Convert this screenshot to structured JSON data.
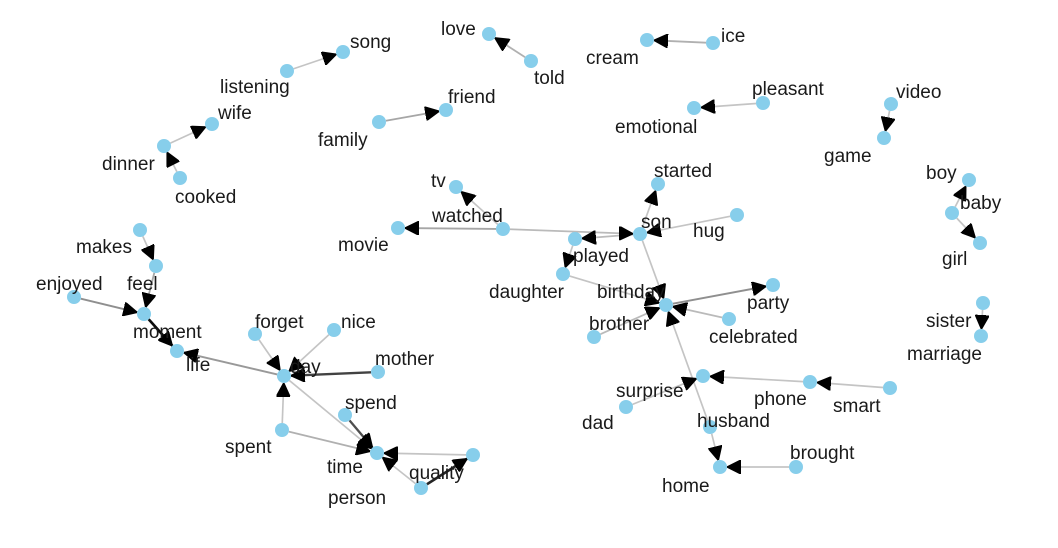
{
  "nodes": [
    {
      "id": "song",
      "label": "song"
    },
    {
      "id": "listening",
      "label": "listening"
    },
    {
      "id": "wife",
      "label": "wife"
    },
    {
      "id": "dinner",
      "label": "dinner"
    },
    {
      "id": "cooked",
      "label": "cooked"
    },
    {
      "id": "love",
      "label": "love"
    },
    {
      "id": "told",
      "label": "told"
    },
    {
      "id": "family",
      "label": "family"
    },
    {
      "id": "friend",
      "label": "friend"
    },
    {
      "id": "cream",
      "label": "cream"
    },
    {
      "id": "ice",
      "label": "ice"
    },
    {
      "id": "pleasant",
      "label": "pleasant"
    },
    {
      "id": "emotional",
      "label": "emotional"
    },
    {
      "id": "video",
      "label": "video"
    },
    {
      "id": "game",
      "label": "game"
    },
    {
      "id": "boy",
      "label": "boy"
    },
    {
      "id": "baby",
      "label": "baby"
    },
    {
      "id": "girl",
      "label": "girl"
    },
    {
      "id": "sister",
      "label": "sister"
    },
    {
      "id": "marriage",
      "label": "marriage"
    },
    {
      "id": "tv",
      "label": "tv"
    },
    {
      "id": "watched",
      "label": "watched"
    },
    {
      "id": "movie",
      "label": "movie"
    },
    {
      "id": "played",
      "label": "played"
    },
    {
      "id": "son",
      "label": "son"
    },
    {
      "id": "started",
      "label": "started"
    },
    {
      "id": "hug",
      "label": "hug"
    },
    {
      "id": "daughter",
      "label": "daughter"
    },
    {
      "id": "birthday",
      "label": "birthday"
    },
    {
      "id": "party",
      "label": "party"
    },
    {
      "id": "brother",
      "label": "brother"
    },
    {
      "id": "celebrated",
      "label": "celebrated"
    },
    {
      "id": "surprise",
      "label": "surprise"
    },
    {
      "id": "dad",
      "label": "dad"
    },
    {
      "id": "phone",
      "label": "phone"
    },
    {
      "id": "smart",
      "label": "smart"
    },
    {
      "id": "husband",
      "label": "husband"
    },
    {
      "id": "home",
      "label": "home"
    },
    {
      "id": "brought",
      "label": "brought"
    },
    {
      "id": "makes",
      "label": "makes"
    },
    {
      "id": "feel",
      "label": "feel"
    },
    {
      "id": "enjoyed",
      "label": "enjoyed"
    },
    {
      "id": "moment",
      "label": "moment"
    },
    {
      "id": "life",
      "label": "life"
    },
    {
      "id": "forget",
      "label": "forget"
    },
    {
      "id": "nice",
      "label": "nice"
    },
    {
      "id": "day",
      "label": "day"
    },
    {
      "id": "mother",
      "label": "mother"
    },
    {
      "id": "spend",
      "label": "spend"
    },
    {
      "id": "spent",
      "label": "spent"
    },
    {
      "id": "time",
      "label": "time"
    },
    {
      "id": "quality",
      "label": "quality"
    },
    {
      "id": "person",
      "label": "person"
    }
  ],
  "edges": [
    {
      "from": "listening",
      "to": "song",
      "weight": 0.15
    },
    {
      "from": "dinner",
      "to": "wife",
      "weight": 0.15
    },
    {
      "from": "cooked",
      "to": "dinner",
      "weight": 0.15
    },
    {
      "from": "told",
      "to": "love",
      "weight": 0.25
    },
    {
      "from": "family",
      "to": "friend",
      "weight": 0.3
    },
    {
      "from": "ice",
      "to": "cream",
      "weight": 0.25
    },
    {
      "from": "pleasant",
      "to": "emotional",
      "weight": 0.15
    },
    {
      "from": "video",
      "to": "game",
      "weight": 0.15
    },
    {
      "from": "baby",
      "to": "boy",
      "weight": 0.15
    },
    {
      "from": "baby",
      "to": "girl",
      "weight": 0.15
    },
    {
      "from": "sister",
      "to": "marriage",
      "weight": 0.15
    },
    {
      "from": "watched",
      "to": "tv",
      "weight": 0.15
    },
    {
      "from": "watched",
      "to": "movie",
      "weight": 0.3
    },
    {
      "from": "watched",
      "to": "son",
      "weight": 0.2
    },
    {
      "from": "son",
      "to": "played",
      "weight": 0.2
    },
    {
      "from": "played",
      "to": "daughter",
      "weight": 0.15
    },
    {
      "from": "son",
      "to": "started",
      "weight": 0.15
    },
    {
      "from": "hug",
      "to": "son",
      "weight": 0.15
    },
    {
      "from": "son",
      "to": "birthday",
      "weight": 0.15
    },
    {
      "from": "daughter",
      "to": "birthday",
      "weight": 0.15
    },
    {
      "from": "birthday",
      "to": "party",
      "weight": 0.4
    },
    {
      "from": "brother",
      "to": "birthday",
      "weight": 0.2
    },
    {
      "from": "celebrated",
      "to": "birthday",
      "weight": 0.2
    },
    {
      "from": "husband",
      "to": "birthday",
      "weight": 0.15
    },
    {
      "from": "dad",
      "to": "surprise",
      "weight": 0.15
    },
    {
      "from": "phone",
      "to": "surprise",
      "weight": 0.15
    },
    {
      "from": "smart",
      "to": "phone",
      "weight": 0.15
    },
    {
      "from": "husband",
      "to": "home",
      "weight": 0.15
    },
    {
      "from": "brought",
      "to": "home",
      "weight": 0.15
    },
    {
      "from": "makes",
      "to": "feel",
      "weight": 0.15
    },
    {
      "from": "feel",
      "to": "moment",
      "weight": 0.3
    },
    {
      "from": "enjoyed",
      "to": "moment",
      "weight": 0.4
    },
    {
      "from": "moment",
      "to": "life",
      "weight": 1.0
    },
    {
      "from": "day",
      "to": "life",
      "weight": 0.35
    },
    {
      "from": "forget",
      "to": "day",
      "weight": 0.15
    },
    {
      "from": "nice",
      "to": "day",
      "weight": 0.15
    },
    {
      "from": "mother",
      "to": "day",
      "weight": 0.75
    },
    {
      "from": "spent",
      "to": "day",
      "weight": 0.15
    },
    {
      "from": "day",
      "to": "time",
      "weight": 0.15
    },
    {
      "from": "spend",
      "to": "time",
      "weight": 0.7
    },
    {
      "from": "spent",
      "to": "time",
      "weight": 0.25
    },
    {
      "from": "quality",
      "to": "time",
      "weight": 0.15
    },
    {
      "from": "person",
      "to": "time",
      "weight": 0.15
    },
    {
      "from": "person",
      "to": "quality",
      "weight": 0.9
    }
  ]
}
